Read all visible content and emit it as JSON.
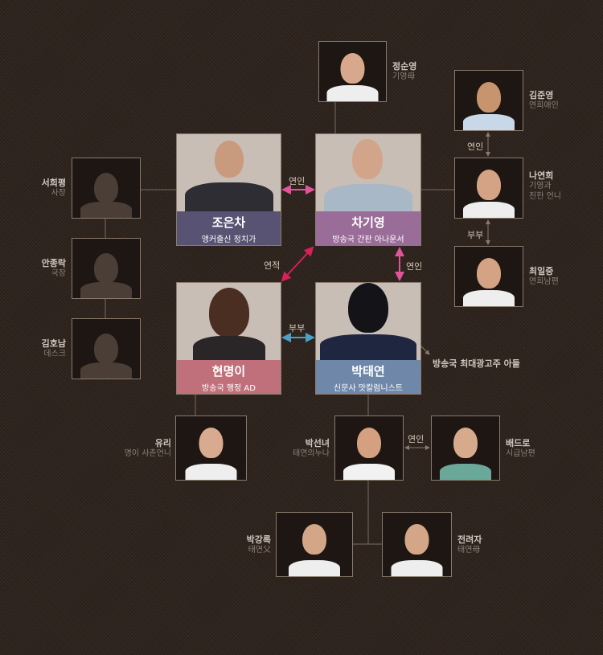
{
  "main_characters": [
    {
      "name": "조은차",
      "role": "앵커출신 정치가",
      "color": "#585273"
    },
    {
      "name": "차기영",
      "role": "방송국 간판 아나운서",
      "color": "#9a6c98"
    },
    {
      "name": "현명이",
      "role": "방송국 행정 AD",
      "color": "#c0707a"
    },
    {
      "name": "박태연",
      "role": "신문사 맛칼럼니스트",
      "color": "#6f88aa"
    }
  ],
  "side_characters": [
    {
      "name": "정순영",
      "role": "기영母"
    },
    {
      "name": "김준영",
      "role": "연희애인"
    },
    {
      "name": "나연희",
      "role": "기영과",
      "role2": "친한 언니"
    },
    {
      "name": "최일중",
      "role": "연희남편"
    },
    {
      "name": "서희평",
      "role": "사장"
    },
    {
      "name": "안종락",
      "role": "국장"
    },
    {
      "name": "김호남",
      "role": "데스크"
    },
    {
      "name": "유리",
      "role": "명이 사촌언니"
    },
    {
      "name": "박선녀",
      "role": "태연의누나"
    },
    {
      "name": "배드로",
      "role": "시급남편"
    },
    {
      "name": "박강록",
      "role": "태연父"
    },
    {
      "name": "전려자",
      "role": "태연母"
    }
  ],
  "relations": {
    "r1": "연인",
    "r2": "연적",
    "r3": "연인",
    "r4": "부부",
    "r5": "연인",
    "r6": "부부",
    "r7": "연인"
  },
  "note": "방송국  최대광고주 아들",
  "colors": {
    "love": "#e0559a",
    "rival": "#d8205a",
    "married": "#4aa0c8",
    "neutral": "#8a7a6c"
  }
}
